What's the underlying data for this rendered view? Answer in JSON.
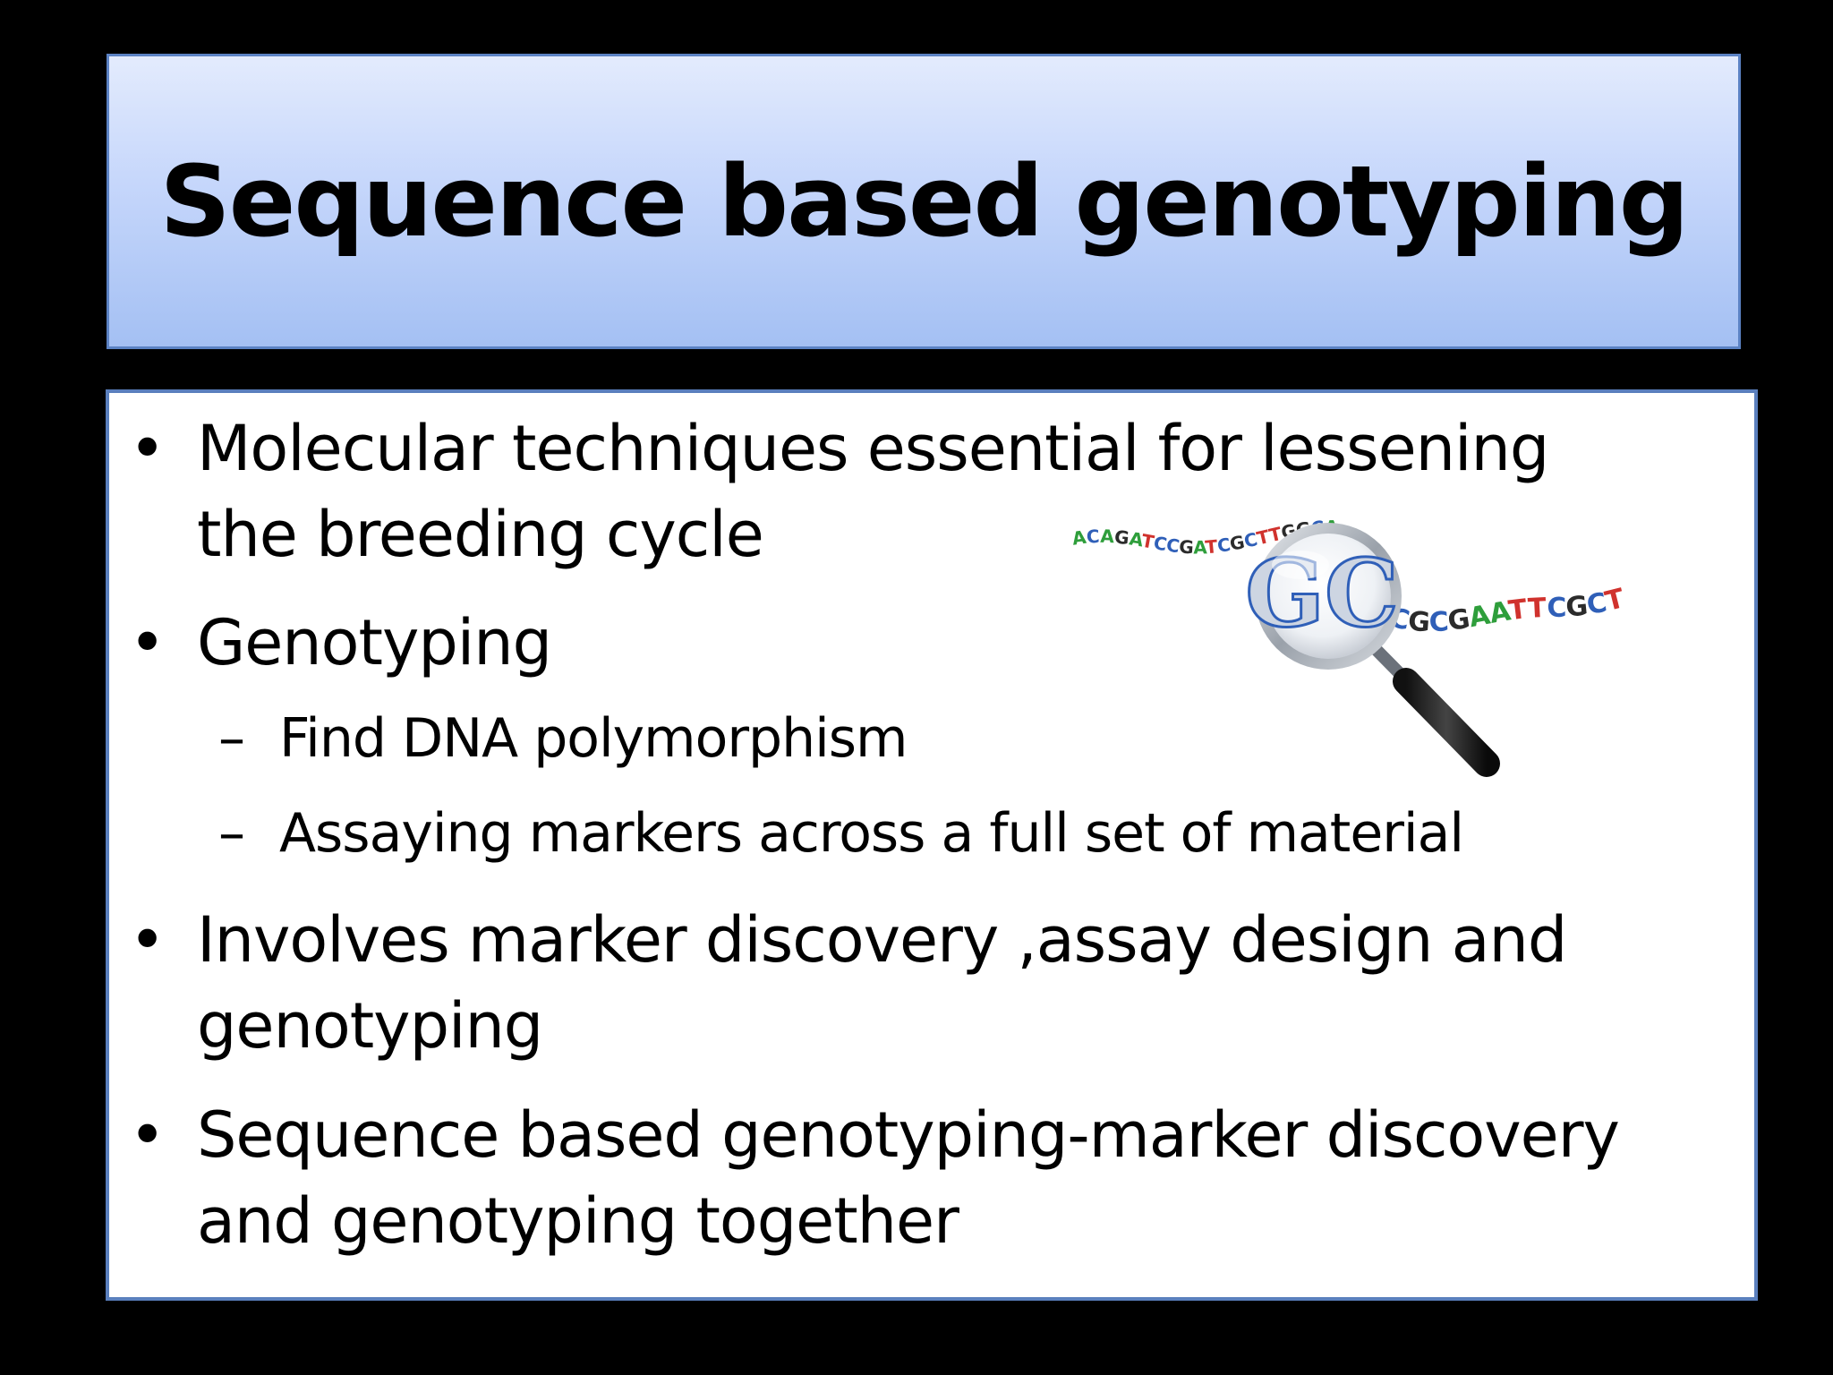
{
  "slide": {
    "title": "Sequence based genotyping",
    "bullets": [
      {
        "marker": "•",
        "lines": [
          "Molecular techniques essential for lessening",
          "the breeding cycle"
        ]
      },
      {
        "marker": "•",
        "lines": [
          "Genotyping"
        ]
      },
      {
        "marker": "–",
        "lines": [
          "Find DNA polymorphism"
        ]
      },
      {
        "marker": "–",
        "lines": [
          "Assaying markers across a full set of material"
        ]
      },
      {
        "marker": "•",
        "lines": [
          "Involves marker discovery ,assay design and",
          "genotyping"
        ]
      },
      {
        "marker": "•",
        "lines": [
          "Sequence based genotyping-marker discovery",
          "and genotyping together"
        ]
      }
    ],
    "illustration": {
      "icon": "magnifying-glass-dna-icon",
      "lens_text": "GC",
      "left_sequence": "ACAGATCCGATCGCTTGGCA",
      "right_sequence": "CGCGAATTCGCT"
    }
  },
  "colors": {
    "background": "#000000",
    "title_gradient_top": "#e3ebfd",
    "title_gradient_bottom": "#a4c0f3",
    "box_border": "#5a7fbd",
    "base_A": "#2e9e3b",
    "base_C": "#2f5fb8",
    "base_G": "#2b2b2b",
    "base_T": "#d0322d"
  }
}
